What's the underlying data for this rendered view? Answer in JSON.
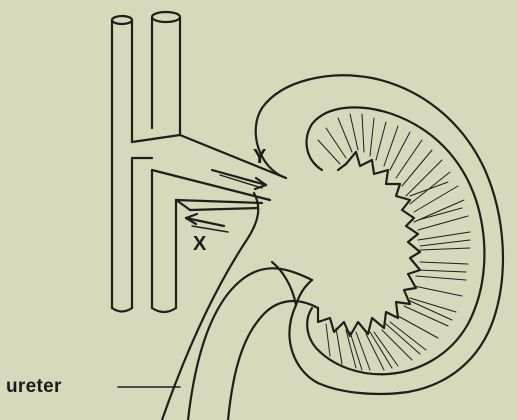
{
  "labels": {
    "y": "Y",
    "x": "X",
    "ureter": "ureter"
  },
  "colors": {
    "background": "#d6d9ba",
    "ink": "#1c1c1a"
  }
}
